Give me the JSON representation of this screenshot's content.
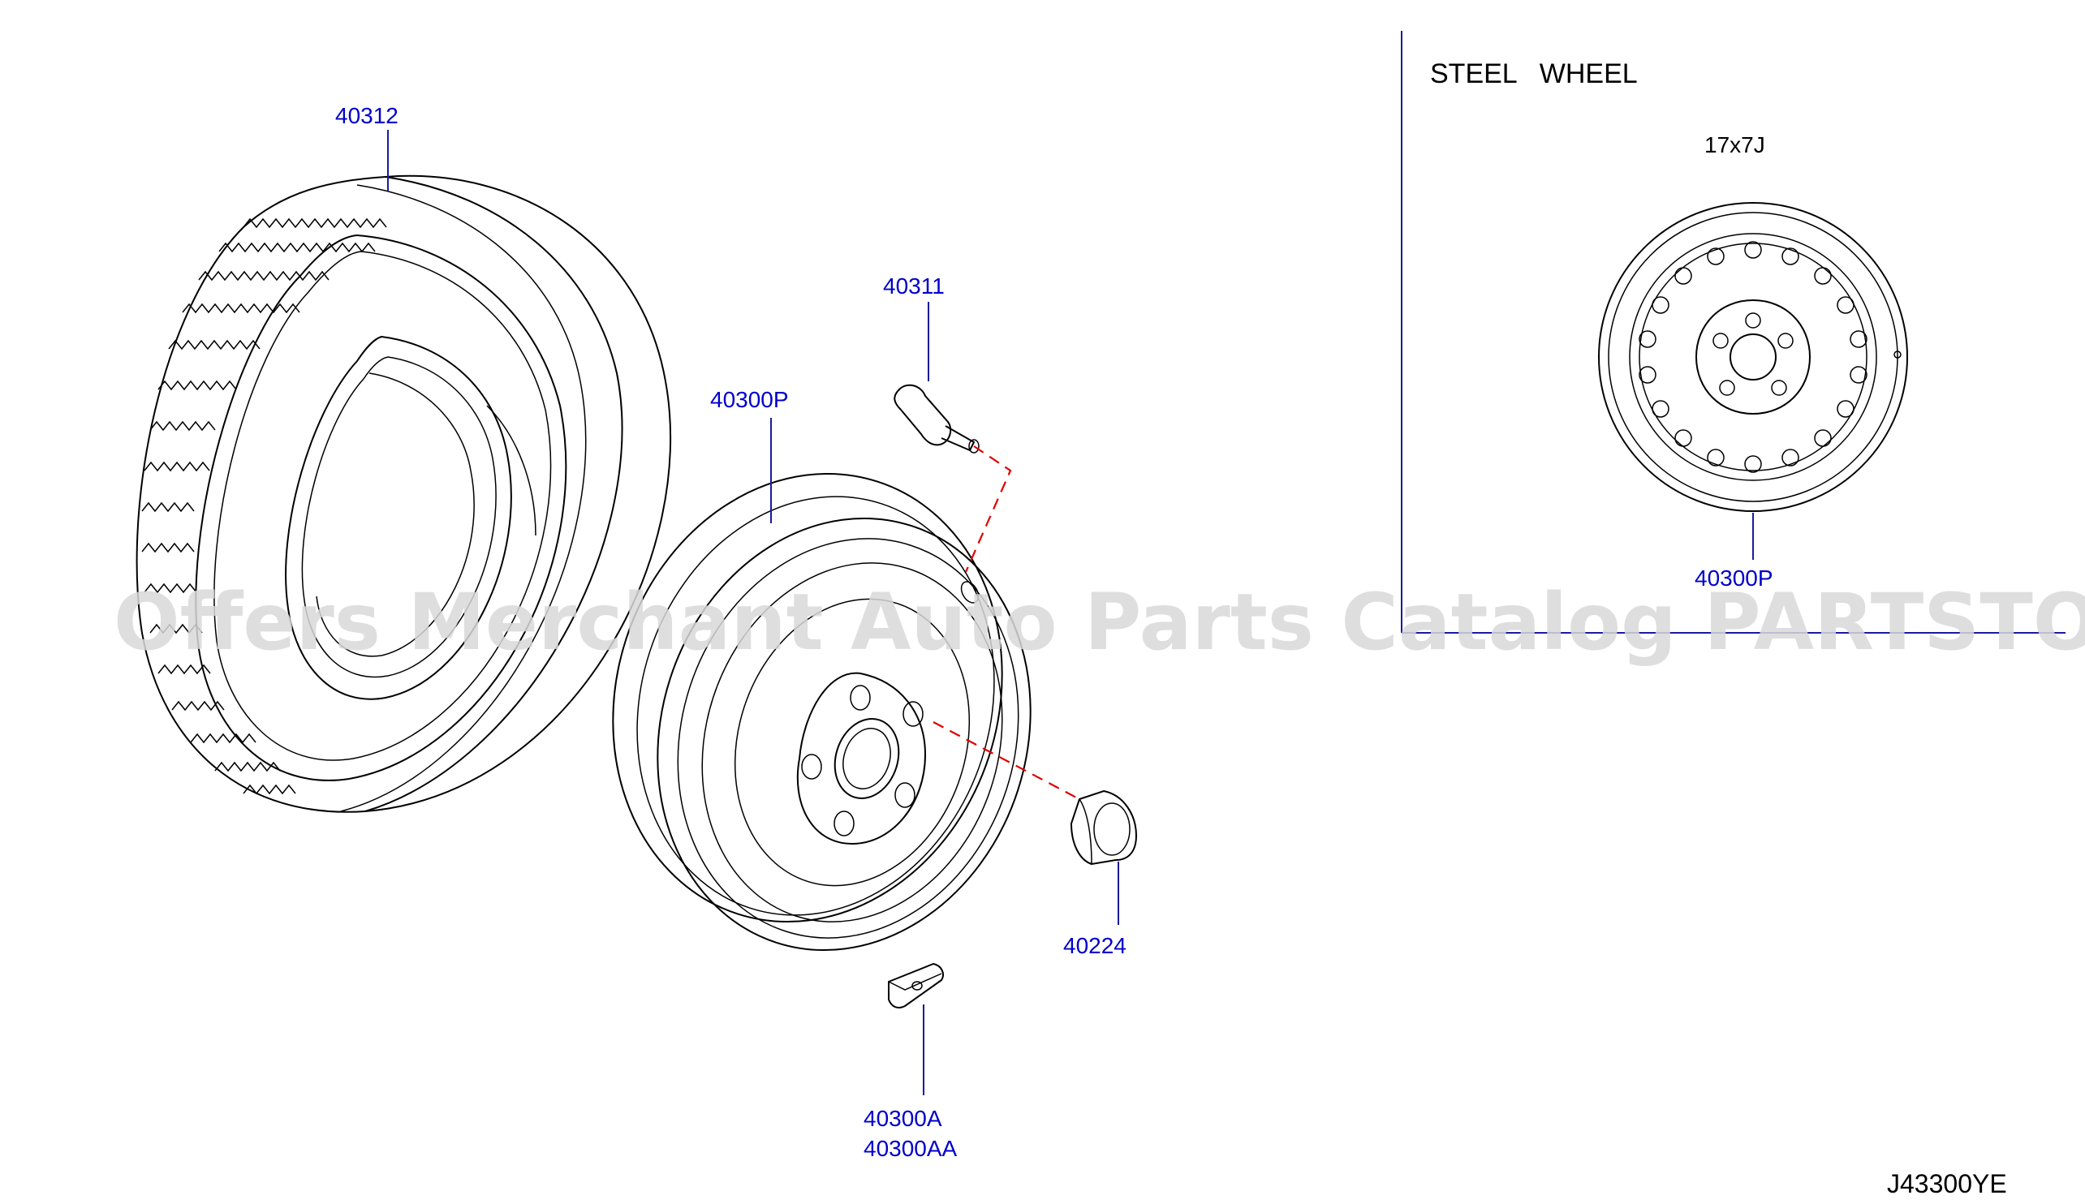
{
  "parts": {
    "tire": "40312",
    "valve": "40311",
    "wheel": "40300P",
    "nut": "40224",
    "weight_a": "40300A",
    "weight_aa": "40300AA",
    "inset_wheel": "40300P"
  },
  "inset": {
    "title": "STEEL   WHEEL",
    "size": "17x7J"
  },
  "diagram_code": "J43300YE",
  "watermark": "Offers Merchant Auto Parts Catalog PARTSTORE.SA"
}
